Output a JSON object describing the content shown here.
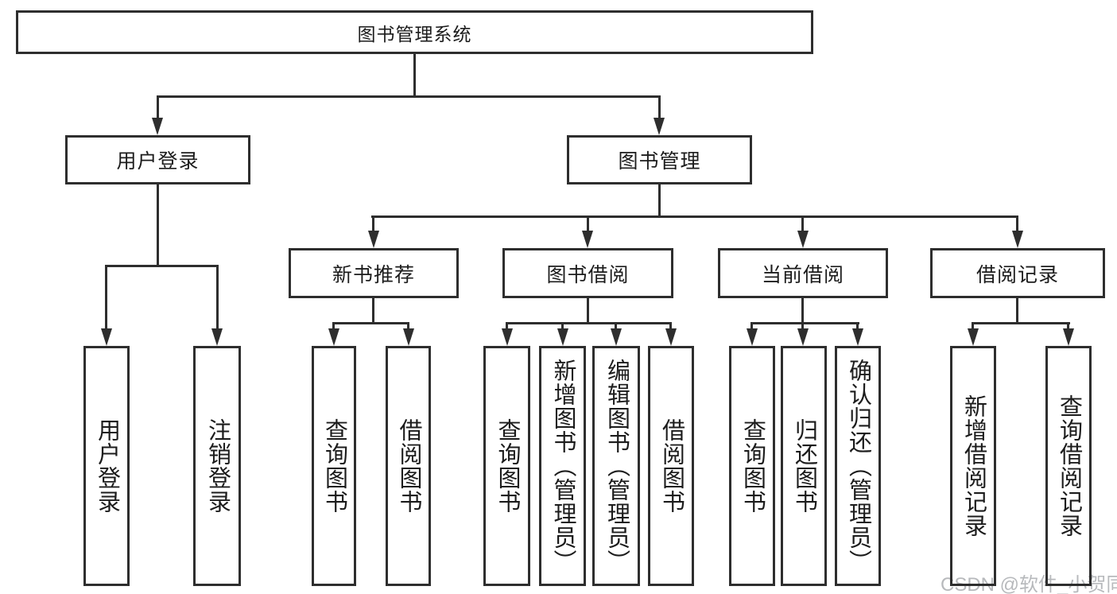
{
  "tree": {
    "root": {
      "label": "图书管理系统"
    },
    "branches": [
      {
        "label": "用户登录",
        "children": [
          {
            "label": "用户登录"
          },
          {
            "label": "注销登录"
          }
        ]
      },
      {
        "label": "图书管理",
        "groups": [
          {
            "label": "新书推荐",
            "children": [
              {
                "label": "查询图书"
              },
              {
                "label": "借阅图书"
              }
            ]
          },
          {
            "label": "图书借阅",
            "children": [
              {
                "label": "查询图书"
              },
              {
                "label": "新增图书（管理员）"
              },
              {
                "label": "编辑图书（管理员）"
              },
              {
                "label": "借阅图书"
              }
            ]
          },
          {
            "label": "当前借阅",
            "children": [
              {
                "label": "查询图书"
              },
              {
                "label": "归还图书"
              },
              {
                "label": "确认归还（管理员）"
              }
            ]
          },
          {
            "label": "借阅记录",
            "children": [
              {
                "label": "新增借阅记录"
              },
              {
                "label": "查询借阅记录"
              }
            ]
          }
        ]
      }
    ]
  },
  "watermark": {
    "text": "CSDN @软件_小贺同学",
    "color": "#b7b9bc"
  },
  "icons": {
    "connector_arrow": "arrow-down"
  },
  "colors": {
    "line": "#2e2e2e",
    "box_border": "#2e2e2e",
    "text": "#1c1c1c",
    "background": "#ffffff",
    "watermark": "#b7b9bc"
  }
}
